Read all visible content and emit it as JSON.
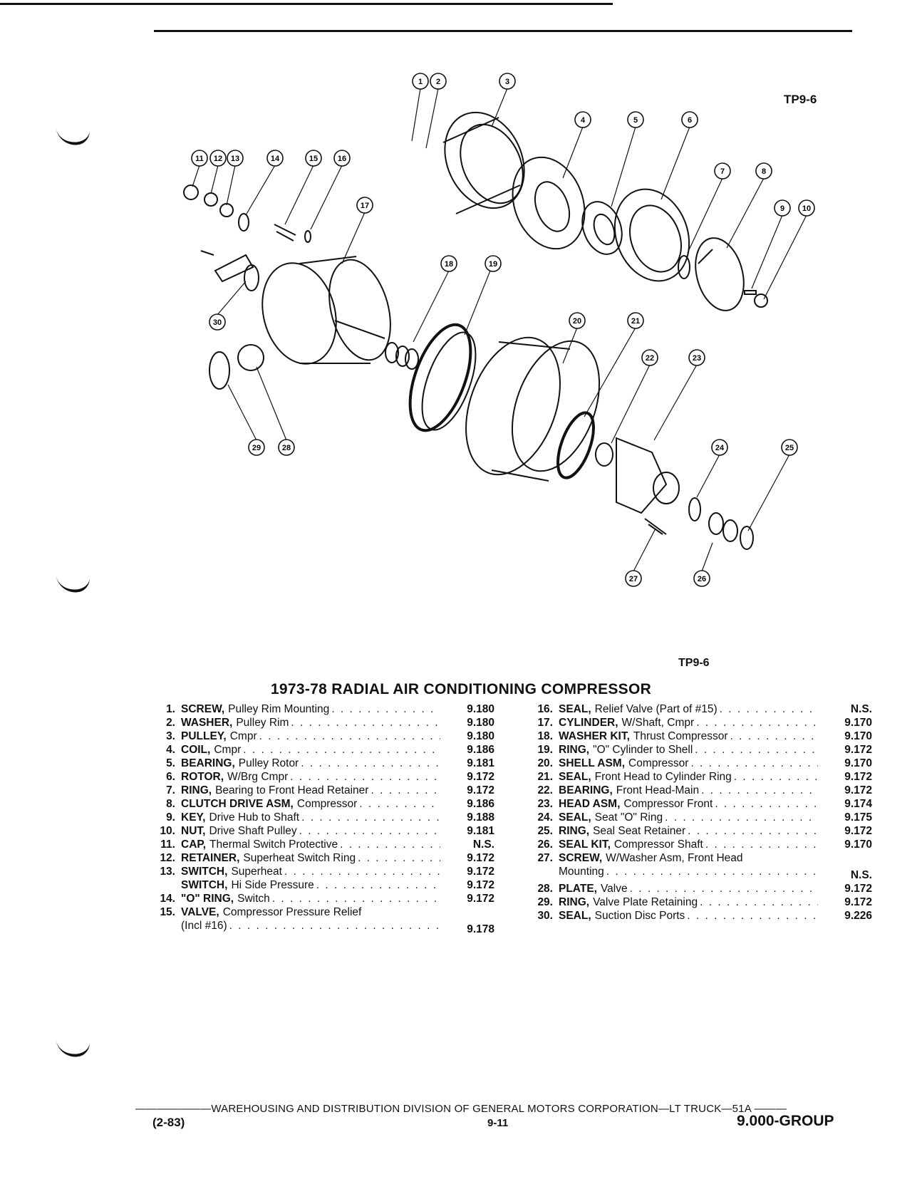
{
  "header": {
    "figure_code_top": "TP9-6",
    "figure_code_bottom": "TP9-6"
  },
  "title": "1973-78 RADIAL AIR CONDITIONING COMPRESSOR",
  "parts_left": [
    {
      "num": "1.",
      "name": "SCREW,",
      "desc": "Pulley Rim Mounting",
      "page": "9.180"
    },
    {
      "num": "2.",
      "name": "WASHER,",
      "desc": "Pulley Rim",
      "page": "9.180"
    },
    {
      "num": "3.",
      "name": "PULLEY,",
      "desc": "Cmpr",
      "page": "9.180"
    },
    {
      "num": "4.",
      "name": "COIL,",
      "desc": "Cmpr",
      "page": "9.186"
    },
    {
      "num": "5.",
      "name": "BEARING,",
      "desc": "Pulley Rotor",
      "page": "9.181"
    },
    {
      "num": "6.",
      "name": "ROTOR,",
      "desc": "W/Brg Cmpr",
      "page": "9.172"
    },
    {
      "num": "7.",
      "name": "RING,",
      "desc": "Bearing to Front Head Retainer",
      "page": "9.172"
    },
    {
      "num": "8.",
      "name": "CLUTCH DRIVE ASM,",
      "desc": "Compressor",
      "page": "9.186"
    },
    {
      "num": "9.",
      "name": "KEY,",
      "desc": "Drive Hub to Shaft",
      "page": "9.188"
    },
    {
      "num": "10.",
      "name": "NUT,",
      "desc": "Drive Shaft Pulley",
      "page": "9.181"
    },
    {
      "num": "11.",
      "name": "CAP,",
      "desc": "Thermal Switch Protective",
      "page": "N.S."
    },
    {
      "num": "12.",
      "name": "RETAINER,",
      "desc": "Superheat Switch Ring",
      "page": "9.172"
    },
    {
      "num": "13.",
      "name": "SWITCH,",
      "desc": "Superheat",
      "page": "9.172"
    },
    {
      "num": "",
      "name": "SWITCH,",
      "desc": "Hi Side Pressure",
      "page": "9.172"
    },
    {
      "num": "14.",
      "name": "\"O\" RING,",
      "desc": "Switch",
      "page": "9.172"
    },
    {
      "num": "15.",
      "name": "VALVE,",
      "desc": "Compressor Pressure Relief",
      "page": ""
    },
    {
      "num": "",
      "name": "",
      "desc": "(Incl #16)",
      "page": "9.178"
    }
  ],
  "parts_right": [
    {
      "num": "16.",
      "name": "SEAL,",
      "desc": "Relief Valve (Part of #15)",
      "page": "N.S."
    },
    {
      "num": "17.",
      "name": "CYLINDER,",
      "desc": "W/Shaft, Cmpr",
      "page": "9.170"
    },
    {
      "num": "18.",
      "name": "WASHER KIT,",
      "desc": "Thrust Compressor",
      "page": "9.170"
    },
    {
      "num": "19.",
      "name": "RING,",
      "desc": "\"O\" Cylinder to Shell",
      "page": "9.172"
    },
    {
      "num": "20.",
      "name": "SHELL ASM,",
      "desc": "Compressor",
      "page": "9.170"
    },
    {
      "num": "21.",
      "name": "SEAL,",
      "desc": "Front Head to Cylinder Ring",
      "page": "9.172"
    },
    {
      "num": "22.",
      "name": "BEARING,",
      "desc": "Front Head-Main",
      "page": "9.172"
    },
    {
      "num": "23.",
      "name": "HEAD ASM,",
      "desc": "Compressor Front",
      "page": "9.174"
    },
    {
      "num": "24.",
      "name": "SEAL,",
      "desc": "Seat \"O\" Ring",
      "page": "9.175"
    },
    {
      "num": "25.",
      "name": "RING,",
      "desc": "Seal Seat Retainer",
      "page": "9.172"
    },
    {
      "num": "26.",
      "name": "SEAL KIT,",
      "desc": "Compressor Shaft",
      "page": "9.170"
    },
    {
      "num": "27.",
      "name": "SCREW,",
      "desc": "W/Washer Asm, Front Head",
      "page": ""
    },
    {
      "num": "",
      "name": "",
      "desc": "Mounting",
      "page": "N.S."
    },
    {
      "num": "28.",
      "name": "PLATE,",
      "desc": "Valve",
      "page": "9.172"
    },
    {
      "num": "29.",
      "name": "RING,",
      "desc": "Valve Plate Retaining",
      "page": "9.172"
    },
    {
      "num": "30.",
      "name": "SEAL,",
      "desc": "Suction Disc Ports",
      "page": "9.226"
    }
  ],
  "footer": {
    "division": "WAREHOUSING AND DISTRIBUTION DIVISION OF GENERAL MOTORS CORPORATION—LT TRUCK—51A",
    "date_code": "(2-83)",
    "page_number": "9-11",
    "group": "9.000-GROUP"
  },
  "diagram": {
    "callouts": [
      "1",
      "2",
      "3",
      "4",
      "5",
      "6",
      "7",
      "8",
      "9",
      "10",
      "11",
      "12",
      "13",
      "14",
      "15",
      "16",
      "17",
      "18",
      "19",
      "20",
      "21",
      "22",
      "23",
      "24",
      "25",
      "26",
      "27",
      "28",
      "29",
      "30"
    ]
  }
}
